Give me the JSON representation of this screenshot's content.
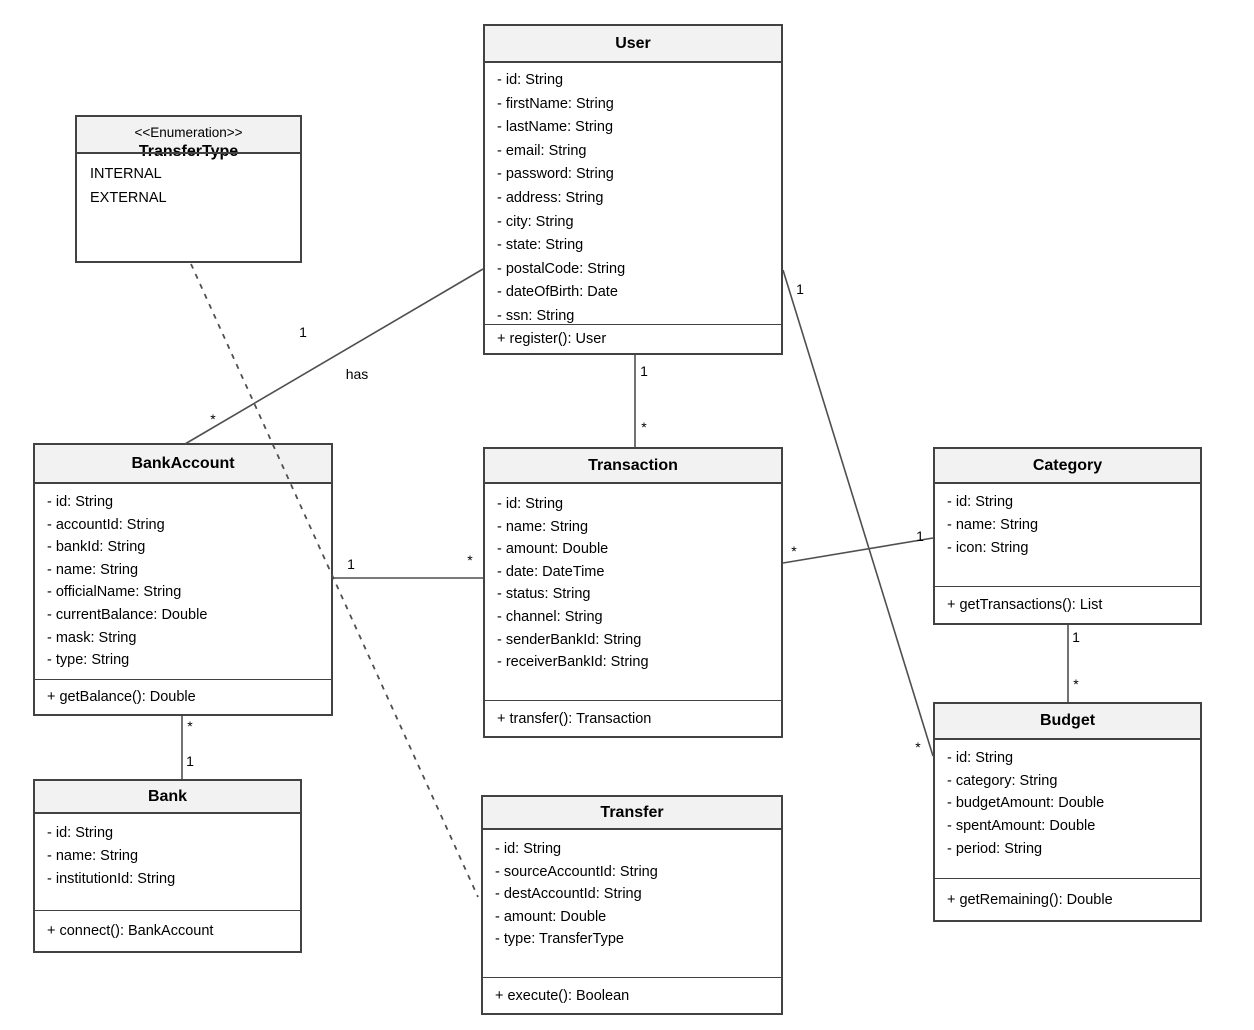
{
  "diagram": {
    "kind": "uml-class-diagram",
    "colors": {
      "header_fill": "#f2f2f2",
      "box_border": "#424242",
      "connector": "#4f4f4f",
      "background": "#ffffff",
      "text": "#000000"
    },
    "classes": {
      "transferType": {
        "stereotype": "<<Enumeration>>",
        "name": "TransferType",
        "attributes": [
          "INTERNAL",
          "EXTERNAL"
        ],
        "methods": []
      },
      "user": {
        "name": "User",
        "attributes": [
          "- id: String",
          "- firstName: String",
          "- lastName: String",
          "- email: String",
          "- password: String",
          "- address: String",
          "- city: String",
          "- state: String",
          "- postalCode: String",
          "- dateOfBirth: Date",
          "- ssn: String"
        ],
        "methods": [
          "+ register(): User"
        ]
      },
      "bankAccount": {
        "name": "BankAccount",
        "attributes": [
          "- id: String",
          "- accountId: String",
          "- bankId: String",
          "- name: String",
          "- officialName: String",
          "- currentBalance: Double",
          "- mask: String",
          "- type: String"
        ],
        "methods": [
          "+ getBalance(): Double"
        ]
      },
      "transaction": {
        "name": "Transaction",
        "attributes": [
          "- id: String",
          "- name: String",
          "- amount: Double",
          "- date: DateTime",
          "- status: String",
          "- channel: String",
          "- senderBankId: String",
          "- receiverBankId: String"
        ],
        "methods": [
          "+ transfer(): Transaction"
        ]
      },
      "category": {
        "name": "Category",
        "attributes": [
          "- id: String",
          "- name: String",
          "- icon: String"
        ],
        "methods": [
          "+ getTransactions(): List"
        ]
      },
      "budget": {
        "name": "Budget",
        "attributes": [
          "- id: String",
          "- category: String",
          "- budgetAmount: Double",
          "- spentAmount: Double",
          "- period: String"
        ],
        "methods": [
          "+ getRemaining(): Double"
        ]
      },
      "bank": {
        "name": "Bank",
        "attributes": [
          "- id: String",
          "- name: String",
          "- institutionId: String"
        ],
        "methods": [
          "+ connect(): BankAccount"
        ]
      },
      "transfer": {
        "name": "Transfer",
        "attributes": [
          "- id: String",
          "- sourceAccountId: String",
          "- destAccountId: String",
          "- amount: Double",
          "- type: TransferType"
        ],
        "methods": [
          "+ execute(): Boolean"
        ]
      }
    },
    "relations": {
      "user_bankAccount": {
        "from": "User",
        "to": "BankAccount",
        "name": "has",
        "from_mult": "1",
        "to_mult": "*",
        "line": "solid"
      },
      "transferType_transfer": {
        "from": "TransferType",
        "to": "Transfer",
        "line": "dashed"
      },
      "user_transaction": {
        "from": "User",
        "to": "Transaction",
        "from_mult": "1",
        "to_mult": "*",
        "line": "solid"
      },
      "user_budget": {
        "from": "User",
        "to": "Budget",
        "from_mult": "1",
        "to_mult": "*",
        "line": "solid"
      },
      "bankAccount_transaction": {
        "from": "BankAccount",
        "to": "Transaction",
        "from_mult": "1",
        "to_mult": "*",
        "line": "solid"
      },
      "transaction_category": {
        "from": "Transaction",
        "to": "Category",
        "from_mult": "*",
        "to_mult": "1",
        "line": "solid"
      },
      "category_budget": {
        "from": "Category",
        "to": "Budget",
        "from_mult": "1",
        "to_mult": "*",
        "line": "solid"
      },
      "bankAccount_bank": {
        "from": "BankAccount",
        "to": "Bank",
        "from_mult": "*",
        "to_mult": "1",
        "line": "solid"
      }
    }
  }
}
